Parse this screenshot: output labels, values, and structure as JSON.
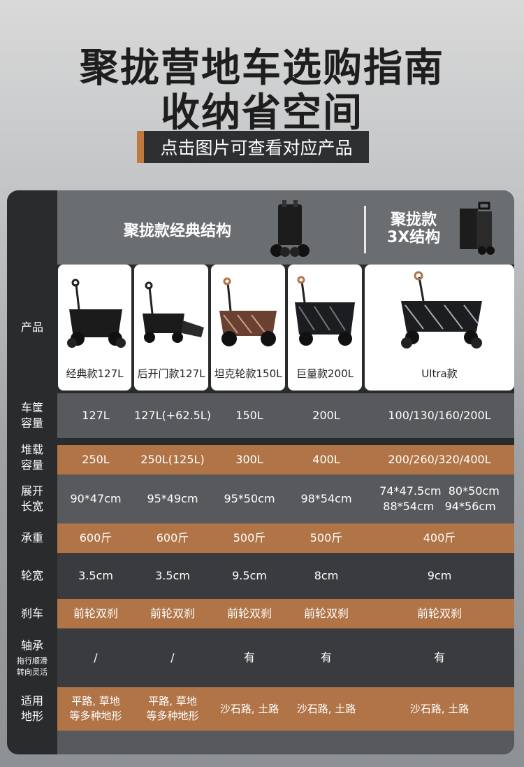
{
  "page": {
    "title_line1": "聚拢营地车选购指南",
    "title_line2": "收纳省空间",
    "subtitle": "点击图片可查看对应产品"
  },
  "header": {
    "group1": "聚拢款经典结构",
    "group2_line1": "聚拢款",
    "group2_line2": "3X结构"
  },
  "colors": {
    "accent": "#b07447",
    "panel": "#2a2b2d",
    "header_band": "#6b6e71"
  },
  "labels": {
    "product": "产品",
    "capacity": [
      "车筐",
      "容量"
    ],
    "stack": [
      "堆载",
      "容量"
    ],
    "unfold": [
      "展开",
      "长宽"
    ],
    "load": "承重",
    "wheel": "轮宽",
    "brake": "刹车",
    "bearing": "轴承",
    "bearing_note": [
      "拖行顺滑",
      "转向灵活"
    ],
    "terrain": [
      "适用",
      "地形"
    ]
  },
  "products": [
    {
      "name": "经典款127L",
      "icon": "wagon-black-icon",
      "capacity": "127L",
      "stack": "250L",
      "unfold": [
        "90*47cm"
      ],
      "load": "600斤",
      "wheel": "3.5cm",
      "brake": "前轮双刹",
      "bearing": "/",
      "terrain": [
        "平路, 草地",
        "等多种地形"
      ]
    },
    {
      "name": "后开门款127L",
      "icon": "wagon-open-door-icon",
      "capacity": "127L(+62.5L)",
      "stack": "250L(125L)",
      "unfold": [
        "95*49cm"
      ],
      "load": "600斤",
      "wheel": "3.5cm",
      "brake": "前轮双刹",
      "bearing": "/",
      "terrain": [
        "平路, 草地",
        "等多种地形"
      ]
    },
    {
      "name": "坦克轮款150L",
      "icon": "wagon-brown-icon",
      "capacity": "150L",
      "stack": "300L",
      "unfold": [
        "95*50cm"
      ],
      "load": "500斤",
      "wheel": "9.5cm",
      "brake": "前轮双刹",
      "bearing": "有",
      "terrain": [
        "沙石路, 土路"
      ]
    },
    {
      "name": "巨量款200L",
      "icon": "wagon-large-icon",
      "capacity": "200L",
      "stack": "400L",
      "unfold": [
        "98*54cm"
      ],
      "load": "500斤",
      "wheel": "8cm",
      "brake": "前轮双刹",
      "bearing": "有",
      "terrain": [
        "沙石路, 土路"
      ]
    },
    {
      "name": "Ultra款",
      "icon": "wagon-ultra-icon",
      "capacity": "100/130/160/200L",
      "stack": "200/260/320/400L",
      "unfold": [
        "74*47.5cm  80*50cm",
        "88*54cm   94*56cm"
      ],
      "load": "400斤",
      "wheel": "9cm",
      "brake": "前轮双刹",
      "bearing": "有",
      "terrain": [
        "沙石路, 土路"
      ]
    }
  ]
}
